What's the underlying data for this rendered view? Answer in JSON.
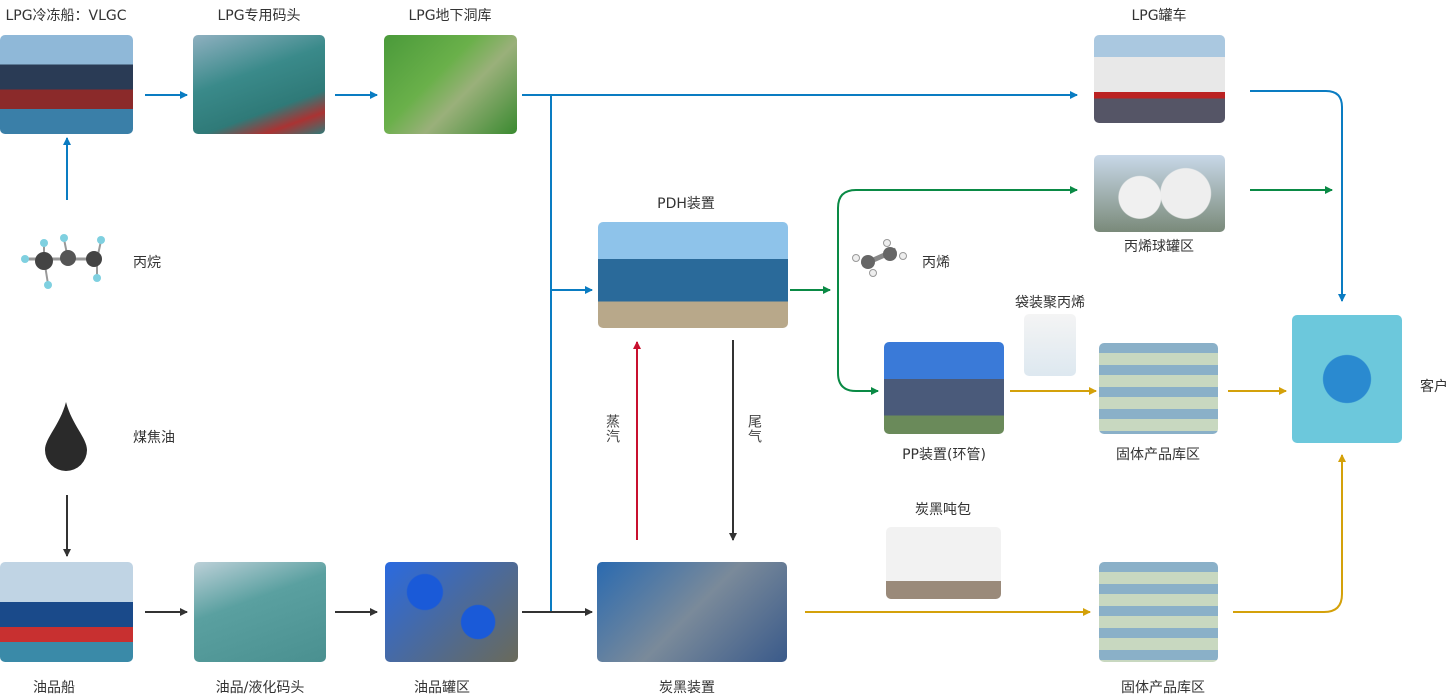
{
  "nodes": {
    "vlgc": "LPG冷冻船：VLGC",
    "lpg_dock": "LPG专用码头",
    "underground": "LPG地下洞库",
    "lpg_truck": "LPG罐车",
    "propane": "丙烷",
    "pdh": "PDH装置",
    "propylene": "丙烯",
    "propylene_tanks": "丙烯球罐区",
    "bagged_pp": "袋装聚丙烯",
    "pp_unit": "PP装置(环管)",
    "solid_warehouse_1": "固体产品库区",
    "customer": "客户",
    "coal_tar": "煤焦油",
    "steam": "蒸汽",
    "tail_gas": "尾气",
    "carbon_black_bags": "炭黑吨包",
    "oil_ship": "油品船",
    "oil_dock": "油品/液化码头",
    "oil_tanks": "油品罐区",
    "carbon_black_unit": "炭黑装置",
    "solid_warehouse_2": "固体产品库区"
  },
  "colors": {
    "lpg": "#0a7cc2",
    "propylene": "#0a8a45",
    "solid": "#d4a10a",
    "oil": "#333333",
    "steam": "#c8102e"
  }
}
